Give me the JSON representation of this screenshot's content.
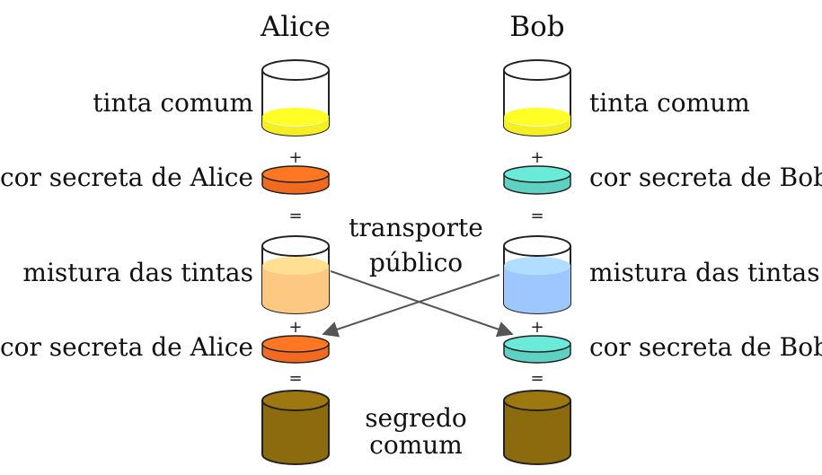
{
  "header": {
    "left": "Alice",
    "right": "Bob"
  },
  "labels": {
    "common_paint": "tinta comum",
    "alice_secret": "cor secreta de Alice",
    "bob_secret": "cor secreta de Bob",
    "mixture": "mistura das tintas",
    "public_transport_line1": "transporte",
    "public_transport_line2": "público",
    "shared_secret_line1": "segredo",
    "shared_secret_line2": "comum"
  },
  "operators": {
    "plus": "+",
    "equals": "="
  },
  "colors": {
    "common_yellow": "#f5ee22",
    "alice_orange": "#f26a1f",
    "bob_teal": "#5fd1c2",
    "alice_mix": "#fcc882",
    "bob_mix": "#9ec6ff",
    "secret_olive": "#8c6a0e",
    "outline": "#222222",
    "arrow": "#555555"
  }
}
